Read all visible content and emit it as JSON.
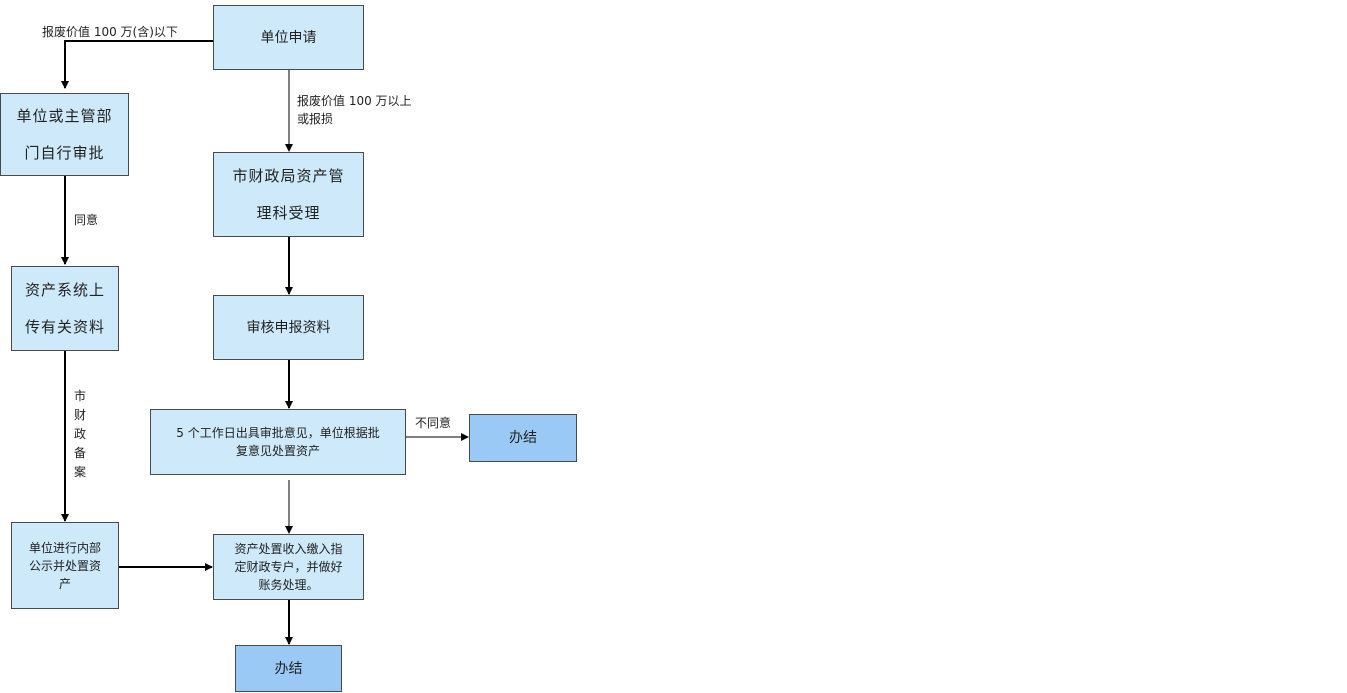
{
  "nodes": {
    "apply": "单位申请",
    "self_approve": "单位或主管部\n门自行审批",
    "finance_accept": "市财政局资产管\n理科受理",
    "upload": "资产系统上\n传有关资料",
    "review": "审核申报资料",
    "opinion": "5 个工作日出具审批意见，单位根据批\n复意见处置资产",
    "done_right": "办结",
    "publicize": "单位进行内部\n公示并处置资\n产",
    "income": "资产处置收入缴入指\n定财政专户，并做好\n账务处理。",
    "done_bottom": "办结"
  },
  "edges": {
    "below_100": "报废价值 100 万(含)以下",
    "above_100": "报废价值 100 万以上\n或报损",
    "agree": "同意",
    "disagree": "不同意",
    "filing": "市财政备案"
  },
  "colors": {
    "node_fill": "#cde9fa",
    "done_fill": "#99c9f4",
    "stroke": "#000000"
  }
}
